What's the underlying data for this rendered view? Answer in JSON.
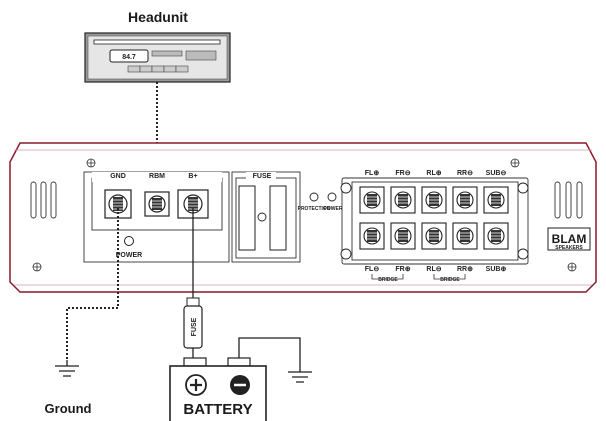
{
  "headunit": {
    "title": "Headunit",
    "display": "84.7"
  },
  "amplifier": {
    "power_terminal_labels": [
      "GND",
      "RBM",
      "B+"
    ],
    "power_label": "POWER",
    "fuse_label": "FUSE",
    "led_labels": [
      "PROTECTION",
      "POWER"
    ],
    "speaker_labels_top": [
      "FL⊕",
      "FR⊖",
      "RL⊕",
      "RR⊖",
      "SUB⊖"
    ],
    "speaker_labels_bottom": [
      "FL⊖",
      "FR⊕",
      "RL⊖",
      "RR⊕",
      "SUB⊕"
    ],
    "bridge_labels": [
      "BRIDGE",
      "BRIDGE"
    ],
    "brand": "BLAM",
    "brand_sub": "SPEAKERS"
  },
  "wiring": {
    "fuse_label": "FUSE",
    "battery_label": "BATTERY",
    "ground_label": "Ground"
  },
  "colors": {
    "amp_outline": "#8a1a2a",
    "line": "#222222"
  }
}
